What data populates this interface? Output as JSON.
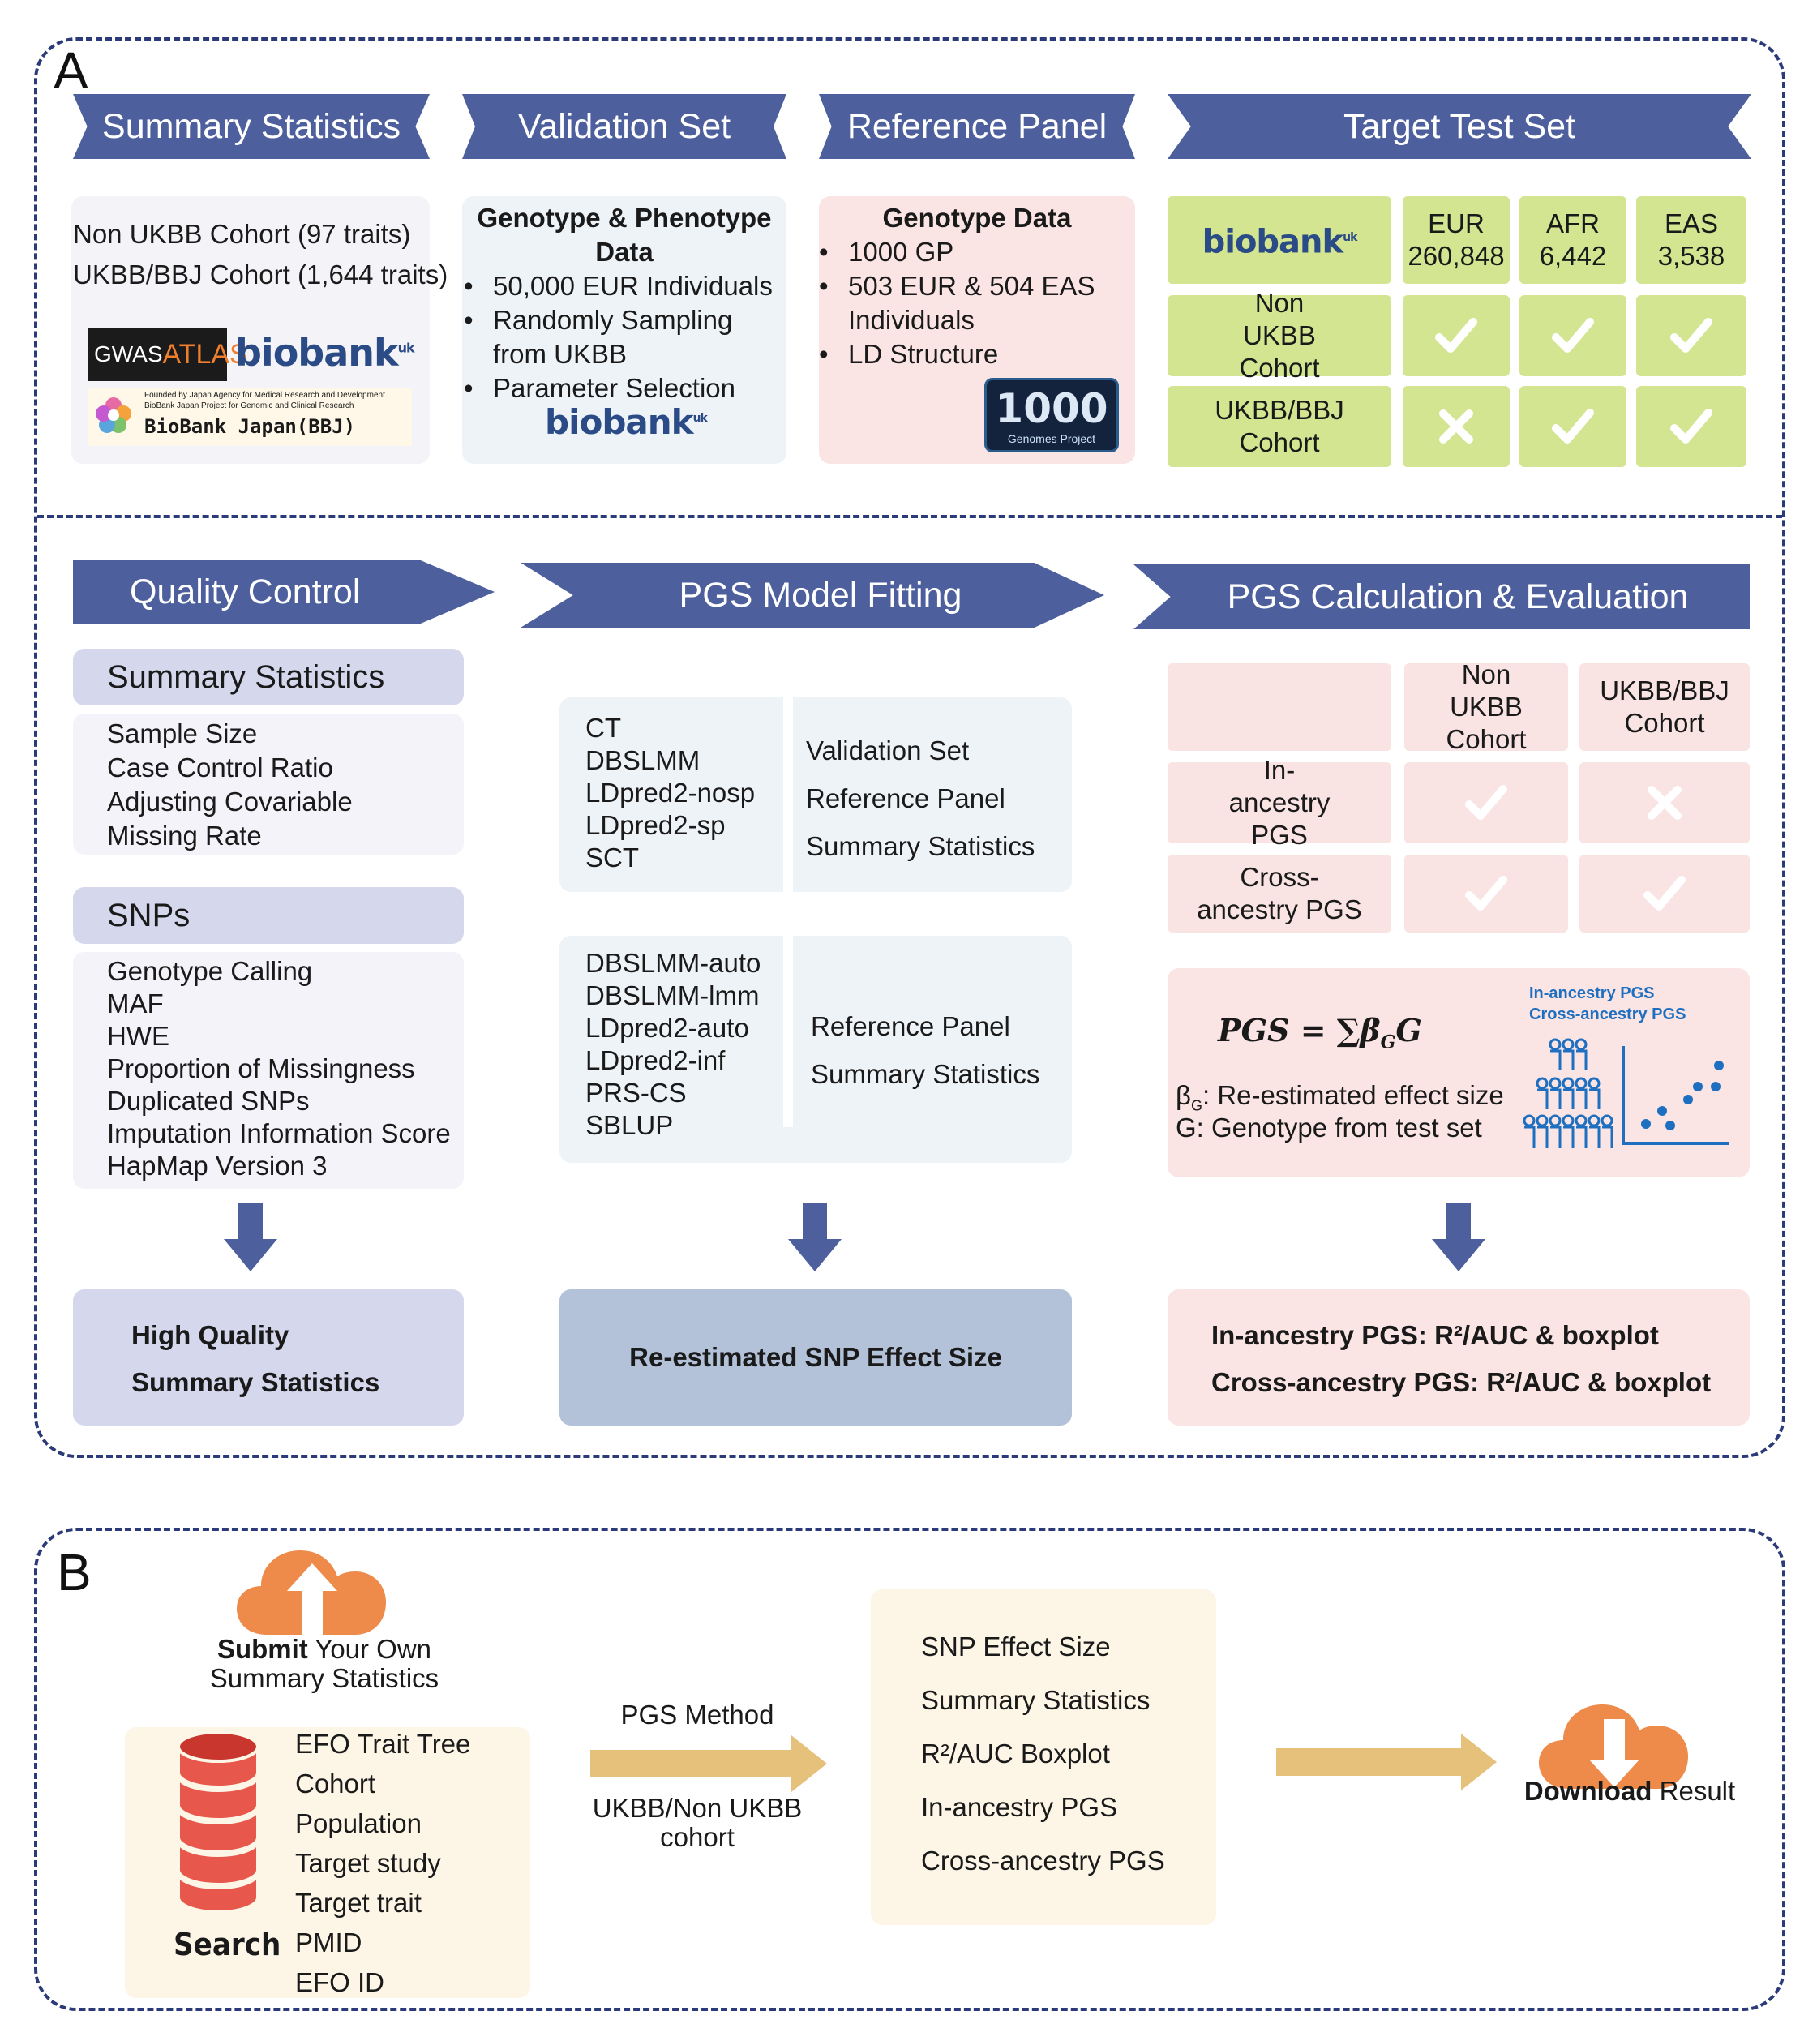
{
  "panelA": {
    "label": "A",
    "headers": {
      "summary": "Summary Statistics",
      "validation": "Validation Set",
      "reference": "Reference Panel",
      "target": "Target Test Set"
    },
    "summary_card": {
      "line1": "Non UKBB Cohort (97 traits)",
      "line2": "UKBB/BBJ Cohort (1,644 traits)",
      "gwas_prefix": "GWAS",
      "gwas_suffix": "ATLAS",
      "biobank": "biobank",
      "uk": "uk",
      "bbj_small": "Founded by Japan Agency for Medical Research and Development",
      "bbj_small2": "BioBank Japan Project for Genomic and Clinical Research",
      "bbj_name": "BioBank Japan(BBJ)"
    },
    "validation_card": {
      "title": "Genotype & Phenotype Data",
      "items": [
        "50,000 EUR Individuals",
        "Randomly Sampling from UKBB",
        "Parameter Selection"
      ],
      "biobank": "biobank",
      "uk": "uk"
    },
    "reference_card": {
      "title": "Genotype Data",
      "items": [
        "1000 GP",
        "503 EUR & 504 EAS Individuals",
        "LD Structure"
      ],
      "logo_big": "1000",
      "logo_small": "Genomes Project"
    },
    "target_table": {
      "biobank": "biobank",
      "uk": "uk",
      "columns": [
        {
          "pop": "EUR",
          "n": "260,848"
        },
        {
          "pop": "AFR",
          "n": "6,442"
        },
        {
          "pop": "EAS",
          "n": "3,538"
        }
      ],
      "rows": [
        {
          "label": "Non UKBB Cohort",
          "marks": [
            "check",
            "check",
            "check"
          ]
        },
        {
          "label": "UKBB/BBJ Cohort",
          "marks": [
            "cross",
            "check",
            "check"
          ]
        }
      ]
    },
    "flow_headers": {
      "qc": "Quality Control",
      "fitting": "PGS Model Fitting",
      "calc": "PGS Calculation & Evaluation"
    },
    "qc": {
      "sumstats_title": "Summary Statistics",
      "sumstats_items": [
        "Sample Size",
        "Case Control Ratio",
        "Adjusting Covariable",
        "Missing Rate"
      ],
      "snps_title": "SNPs",
      "snps_items": [
        "Genotype Calling",
        "MAF",
        "HWE",
        "Proportion of Missingness",
        "Duplicated SNPs",
        "Imputation Information Score",
        "HapMap Version 3"
      ],
      "result": [
        "High Quality",
        "Summary Statistics"
      ]
    },
    "fitting": {
      "group1_methods": [
        "CT",
        "DBSLMM",
        "LDpred2-nosp",
        "LDpred2-sp",
        "SCT"
      ],
      "group1_inputs": [
        "Validation Set",
        "Reference Panel",
        "Summary Statistics"
      ],
      "group2_methods": [
        "DBSLMM-auto",
        "DBSLMM-lmm",
        "LDpred2-auto",
        "LDpred2-inf",
        "PRS-CS",
        "SBLUP"
      ],
      "group2_inputs": [
        "Reference Panel",
        "Summary Statistics"
      ],
      "result": "Re-estimated SNP Effect Size"
    },
    "calc": {
      "col_headers": [
        "Non UKBB Cohort",
        "UKBB/BBJ Cohort"
      ],
      "rows": [
        {
          "label": "In-ancestry PGS",
          "marks": [
            "check",
            "cross"
          ]
        },
        {
          "label": "Cross-ancestry PGS",
          "marks": [
            "check",
            "check"
          ]
        }
      ],
      "formula_lhs": "PGS",
      "formula_rhs": "= ∑β",
      "formula_sub": "G",
      "formula_tail": "G",
      "beta_line": ": Re-estimated effect size",
      "beta_symbol": "β",
      "beta_sub": "G",
      "g_line": "G: Genotype from test set",
      "legend_in": "In-ancestry PGS",
      "legend_cross": "Cross-ancestry PGS",
      "result1": "In-ancestry PGS: R²/AUC & boxplot",
      "result2": "Cross-ancestry PGS: R²/AUC & boxplot"
    }
  },
  "panelB": {
    "label": "B",
    "submit_bold": "Submit",
    "submit_rest": " Your Own",
    "submit_line2": "Summary Statistics",
    "search_label": "Search",
    "search_items": [
      "EFO Trait Tree",
      "Cohort",
      "Population",
      "Target study",
      "Target trait",
      "PMID",
      "EFO ID"
    ],
    "pgs_method": "PGS Method",
    "cohort_line1": "UKBB/Non UKBB",
    "cohort_line2": "cohort",
    "outputs": [
      "SNP Effect Size",
      "Summary Statistics",
      "R²/AUC Boxplot",
      "In-ancestry PGS",
      "Cross-ancestry PGS"
    ],
    "download_bold": "Download",
    "download_rest": " Result"
  },
  "colors": {
    "header_blue": "#4d5f9d",
    "green_cell": "#d3e590",
    "pink_cell": "#f9e3e3",
    "lavender": "#d5d7ec",
    "orange": "#ee8a4a",
    "arrow_gold": "#e6c17c"
  }
}
